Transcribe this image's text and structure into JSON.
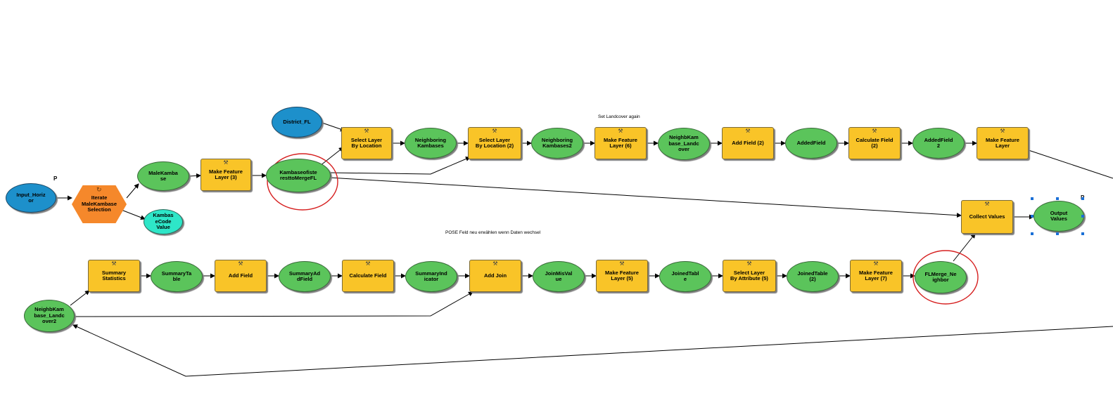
{
  "annotations": {
    "set_landcover_again": "Set Landcover again",
    "pose_feld": "POSE Feld neu erwählen wenn Daten wechsel"
  },
  "param_markers": [
    "P",
    "P"
  ],
  "nodes": [
    {
      "id": "input_horizon",
      "type": "input",
      "label": "Input_Horiz\nor"
    },
    {
      "id": "iterate",
      "type": "iterator",
      "label": "Iterate\nMaleKambase\nSelection"
    },
    {
      "id": "malekambase",
      "type": "data",
      "label": "MaleKamba\nse"
    },
    {
      "id": "kambasecode",
      "type": "cyan",
      "label": "Kambas\neCode\nValue"
    },
    {
      "id": "mfl3",
      "type": "tool",
      "label": "Make Feature\nLayer (3)"
    },
    {
      "id": "kambase_merge",
      "type": "data",
      "label": "Kambaseofiste\nresttoMergeFL"
    },
    {
      "id": "district",
      "type": "input",
      "label": "District_FL"
    },
    {
      "id": "sel_loc",
      "type": "tool",
      "label": "Select Layer\nBy Location"
    },
    {
      "id": "neigh_kambases",
      "type": "data",
      "label": "Neighboring\nKambases"
    },
    {
      "id": "sel_loc2",
      "type": "tool",
      "label": "Select Layer\nBy Location (2)"
    },
    {
      "id": "neigh_kambases2",
      "type": "data",
      "label": "Neighboring\nKambases2"
    },
    {
      "id": "mfl5a",
      "type": "tool",
      "label": "Make Feature\nLayer (6)"
    },
    {
      "id": "neigh_landcover",
      "type": "data",
      "label": "NeighbKam\nbase_Landc\nover"
    },
    {
      "id": "add_field2",
      "type": "tool",
      "label": "Add Field (2)"
    },
    {
      "id": "added_field",
      "type": "data",
      "label": "AddedField"
    },
    {
      "id": "calc_field2",
      "type": "tool",
      "label": "Calculate Field\n(2)"
    },
    {
      "id": "added_field2",
      "type": "data",
      "label": "AddedField\n2"
    },
    {
      "id": "mfl_top",
      "type": "tool",
      "label": "Make Feature\nLayer"
    },
    {
      "id": "collect",
      "type": "tool",
      "label": "Collect Values"
    },
    {
      "id": "output",
      "type": "data",
      "label": "Output\nValues"
    },
    {
      "id": "neigh_landcover2",
      "type": "data",
      "label": "NeighbKam\nbase_Landc\nover2"
    },
    {
      "id": "summary_stats",
      "type": "tool",
      "label": "Summary\nStatistics"
    },
    {
      "id": "summary_table",
      "type": "data",
      "label": "SummaryTa\nble"
    },
    {
      "id": "add_field",
      "type": "tool",
      "label": "Add Field"
    },
    {
      "id": "summary_added",
      "type": "data",
      "label": "SummaryAd\ndField"
    },
    {
      "id": "calc_field",
      "type": "tool",
      "label": "Calculate Field"
    },
    {
      "id": "summary_ind",
      "type": "data",
      "label": "SummaryInd\nicator"
    },
    {
      "id": "add_join",
      "type": "tool",
      "label": "Add Join"
    },
    {
      "id": "join_mis",
      "type": "data",
      "label": "JoinMisVal\nue"
    },
    {
      "id": "mfl5",
      "type": "tool",
      "label": "Make Feature\nLayer (5)"
    },
    {
      "id": "joined_table",
      "type": "data",
      "label": "JoinedTabl\ne"
    },
    {
      "id": "sel_attr5",
      "type": "tool",
      "label": "Select Layer\nBy Attribute (5)"
    },
    {
      "id": "joined_table2",
      "type": "data",
      "label": "JoinedTable\n(2)"
    },
    {
      "id": "mfl7",
      "type": "tool",
      "label": "Make Feature\nLayer (7)"
    },
    {
      "id": "fl_merge",
      "type": "data",
      "label": "FLMerge_Ne\nighbor"
    }
  ],
  "colors": {
    "tool": "#f9c428",
    "data": "#5bc45b",
    "input": "#1d90cb",
    "cyan": "#2ee6c8",
    "iterator": "#f5882b",
    "highlight": "#d62020"
  }
}
